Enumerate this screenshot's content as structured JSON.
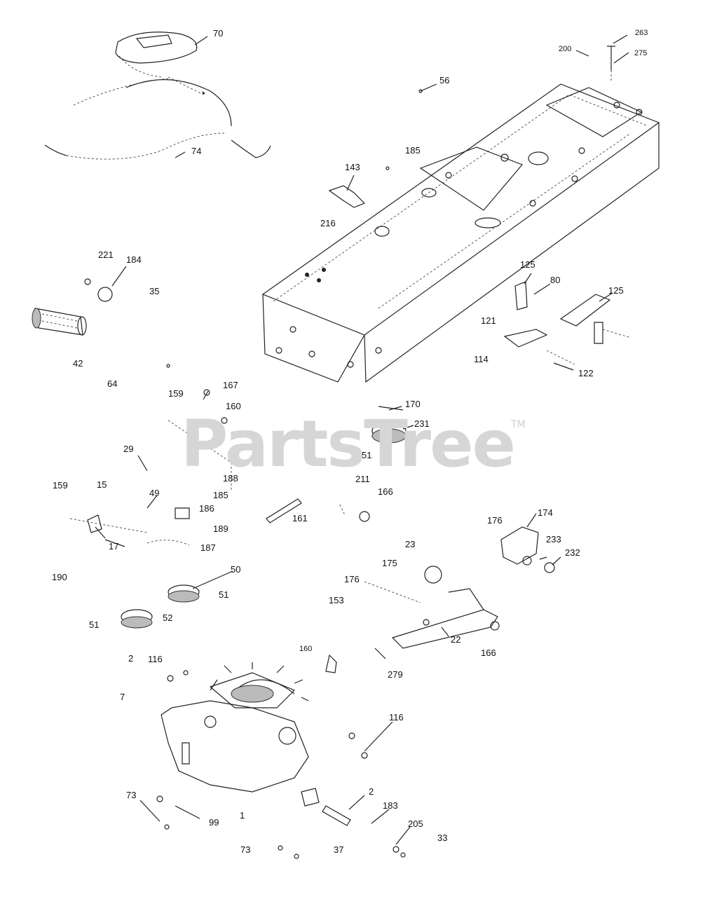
{
  "watermark": {
    "text": "PartsTree",
    "mark": "TM"
  },
  "callouts": [
    "70",
    "263",
    "200",
    "275",
    "56",
    "74",
    "185",
    "143",
    "216",
    "221",
    "184",
    "35",
    "42",
    "125",
    "80",
    "125",
    "121",
    "114",
    "122",
    "64",
    "159",
    "167",
    "160",
    "170",
    "231",
    "188",
    "51",
    "29",
    "159",
    "15",
    "49",
    "185",
    "211",
    "166",
    "186",
    "161",
    "189",
    "17",
    "187",
    "176",
    "174",
    "233",
    "23",
    "232",
    "175",
    "190",
    "50",
    "176",
    "51",
    "153",
    "51",
    "52",
    "22",
    "166",
    "2",
    "116",
    "160",
    "279",
    "7",
    "116",
    "73",
    "99",
    "2",
    "183",
    "1",
    "205",
    "33",
    "73",
    "37"
  ]
}
